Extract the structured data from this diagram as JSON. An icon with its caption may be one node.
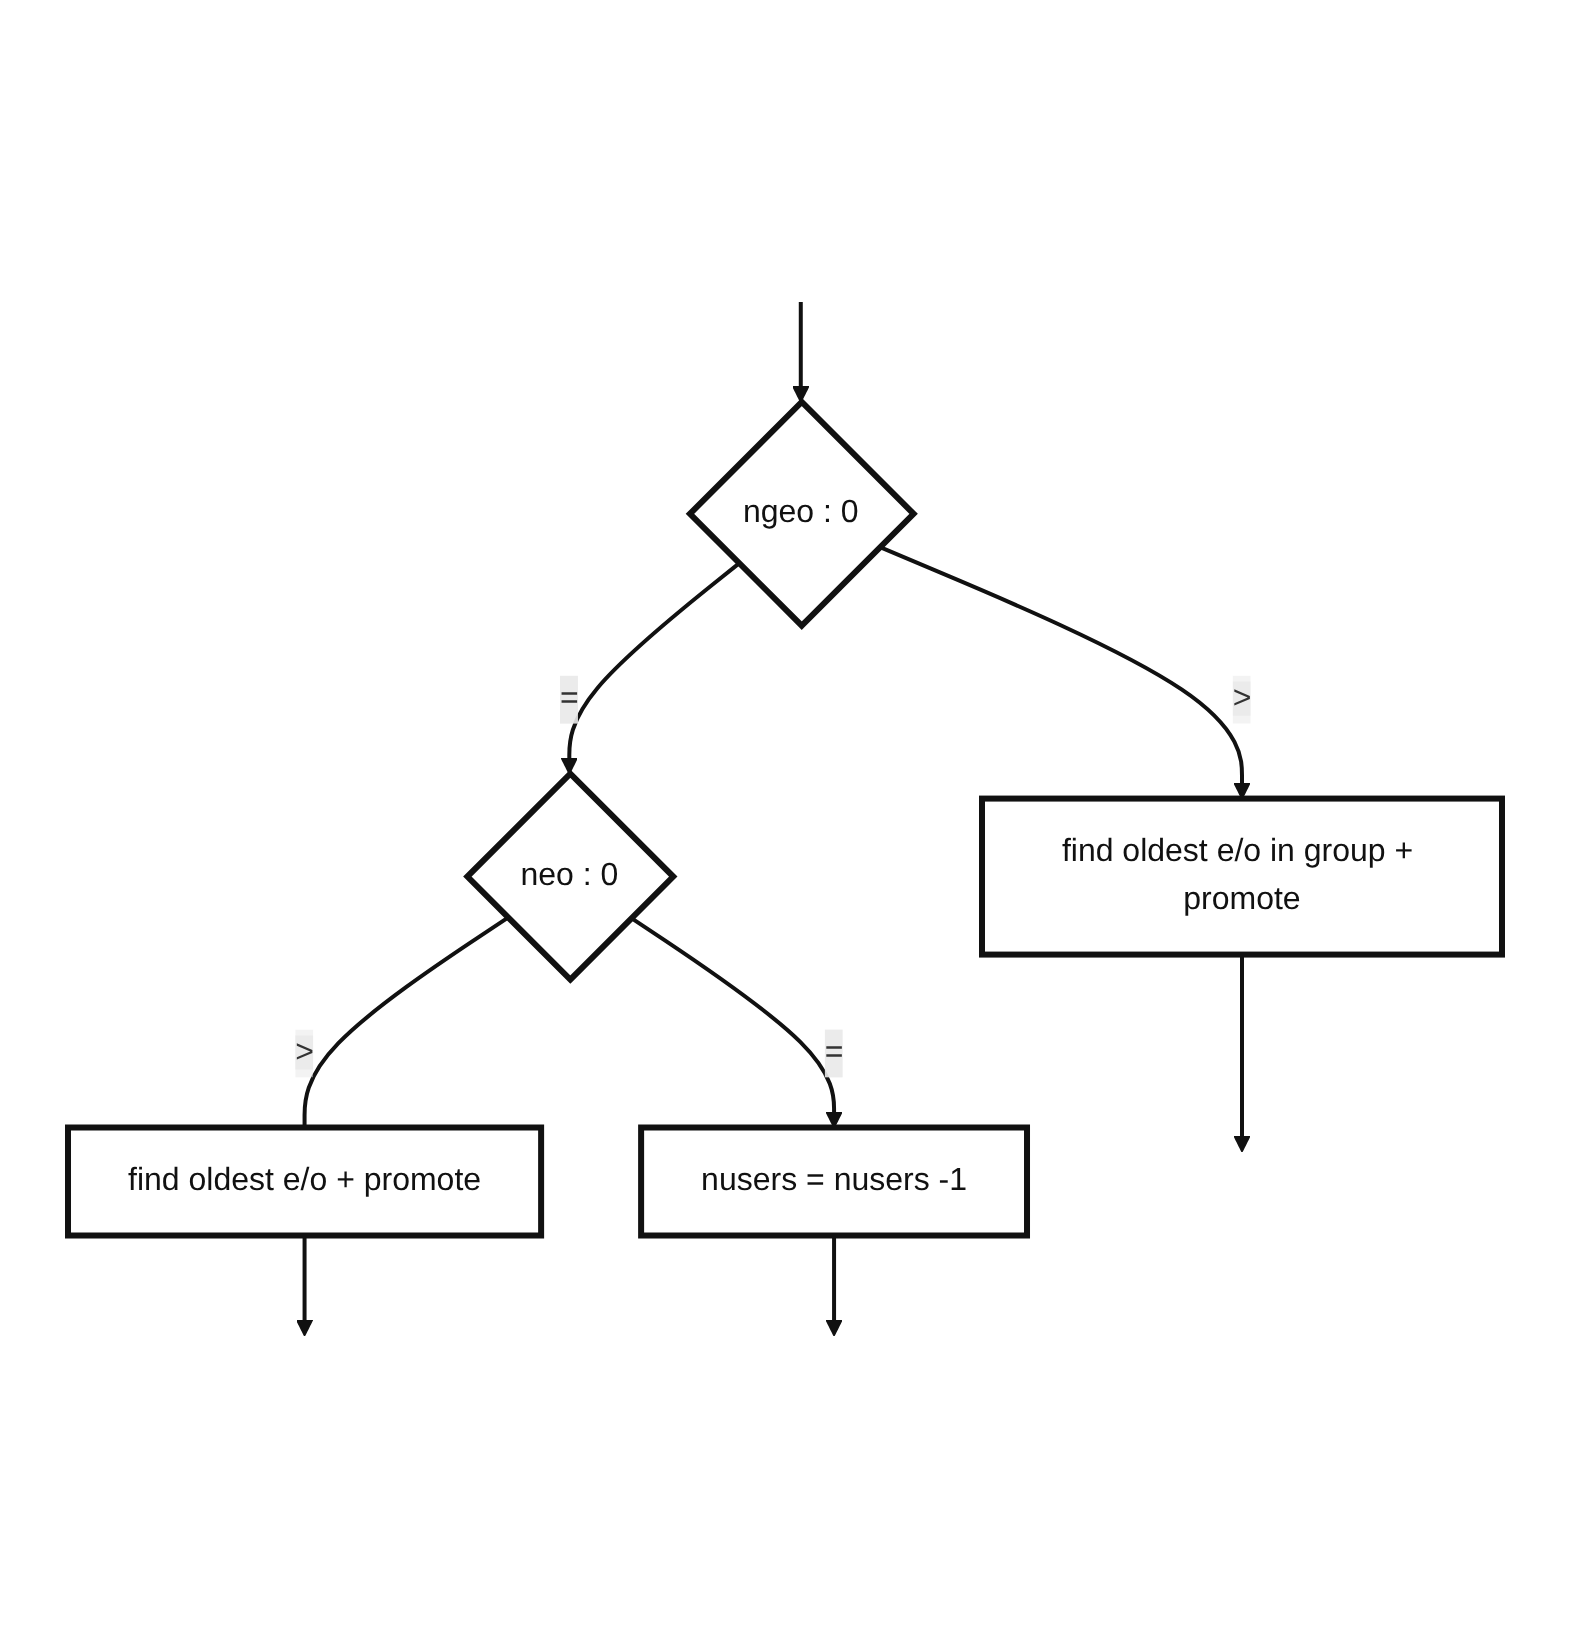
{
  "diagram": {
    "nodes": [
      {
        "text": [
          "ngeo : 0"
        ]
      },
      {
        "text": [
          "find oldest e/o in group + promote"
        ]
      },
      {
        "text": [
          "neo : 0"
        ]
      },
      {
        "text": [
          "find oldest e/o + promote"
        ]
      },
      {
        "text": [
          "nusers = nusers -1"
        ]
      }
    ],
    "edges": [
      {
        "from": null,
        "to": 0,
        "arrow": "to"
      },
      {
        "from": 0,
        "to": 1,
        "label": ">",
        "arrow": "to"
      },
      {
        "from": 0,
        "to": 2,
        "label": "=",
        "arrow": "to"
      },
      {
        "from": 2,
        "to": 3,
        "label": ">",
        "arrow": "none"
      },
      {
        "from": 2,
        "to": 4,
        "label": "=",
        "arrow": "to"
      },
      {
        "from": 1,
        "to": null,
        "arrow": "to"
      },
      {
        "from": 3,
        "to": null,
        "arrow": "to"
      },
      {
        "from": 4,
        "to": null,
        "arrow": "to"
      }
    ]
  }
}
